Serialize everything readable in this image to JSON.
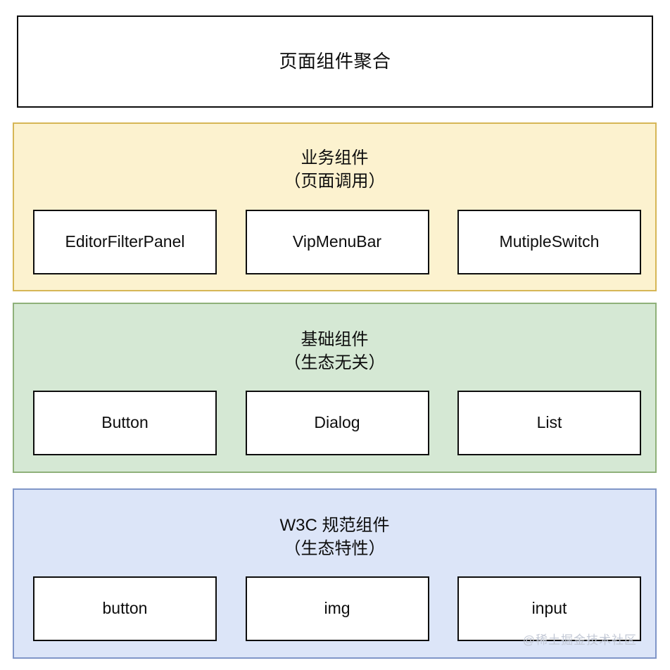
{
  "diagram": {
    "title_box": {
      "label": "页面组件聚合"
    },
    "layers": [
      {
        "id": "business",
        "title_main": "业务组件",
        "title_sub": "（页面调用）",
        "fill": "#fcf2cf",
        "stroke": "#d6b656",
        "cards": [
          {
            "label": "EditorFilterPanel"
          },
          {
            "label": "VipMenuBar"
          },
          {
            "label": "MutipleSwitch"
          }
        ]
      },
      {
        "id": "basic",
        "title_main": "基础组件",
        "title_sub": "（生态无关）",
        "fill": "#d5e8d4",
        "stroke": "#8fb17a",
        "cards": [
          {
            "label": "Button"
          },
          {
            "label": "Dialog"
          },
          {
            "label": "List"
          }
        ]
      },
      {
        "id": "w3c",
        "title_main": "W3C 规范组件",
        "title_sub": "（生态特性）",
        "fill": "#dce5f8",
        "stroke": "#8096c8",
        "cards": [
          {
            "label": "button"
          },
          {
            "label": "img"
          },
          {
            "label": "input"
          }
        ]
      }
    ],
    "watermark": "@稀土掘金技术社区"
  }
}
